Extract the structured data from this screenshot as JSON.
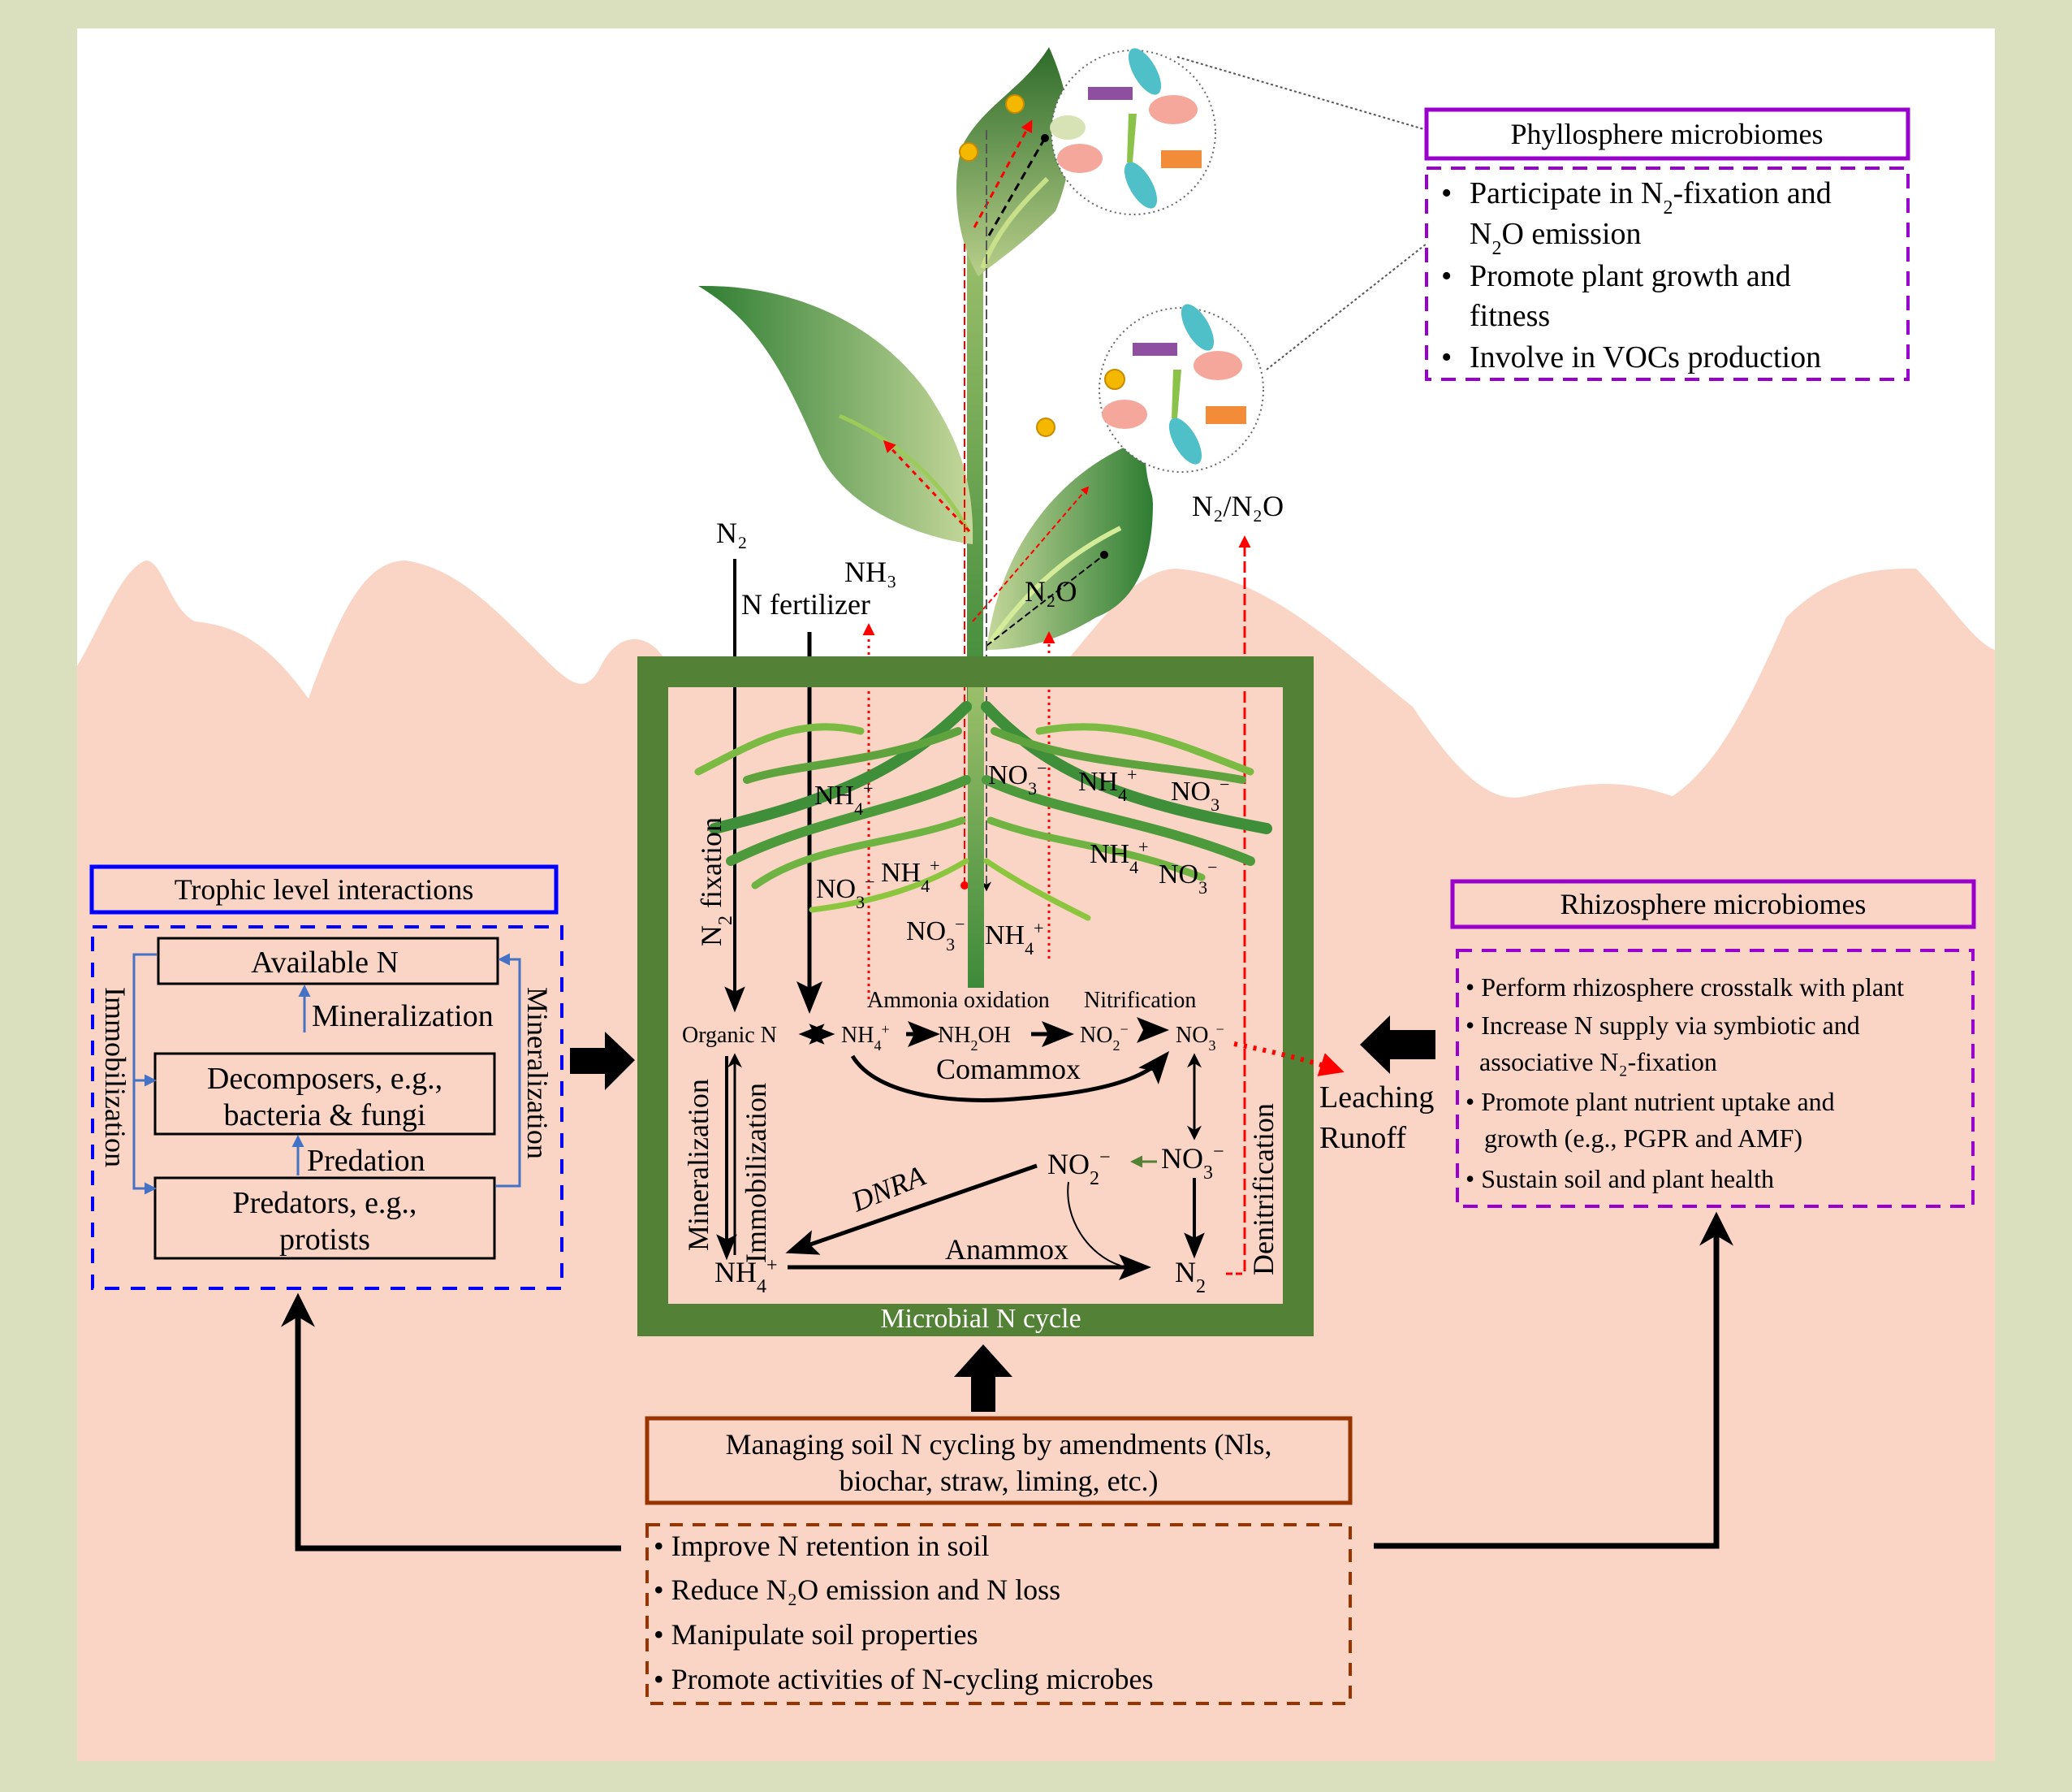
{
  "colors": {
    "frame": "#DADFBD",
    "sky": "#FFFFFF",
    "soil": "#FAD4C4",
    "microbial_box": "#538135",
    "phyllosphere_accent": "#9900CC",
    "trophic_accent": "#0000FF",
    "trophic_arrows": "#4472C4",
    "amendments_accent": "#993300",
    "loss_arrows": "#FF0000"
  },
  "phyllosphere": {
    "title": "Phyllosphere microbiomes",
    "items": [
      {
        "parts": [
          "Participate in N",
          "2",
          "-fixation and"
        ]
      },
      {
        "parts": [
          "N",
          "2",
          "O emission"
        ],
        "continuation": true
      },
      {
        "parts": [
          "Promote plant growth and"
        ]
      },
      {
        "parts": [
          "fitness"
        ],
        "continuation": true
      },
      {
        "parts": [
          "Involve in VOCs production"
        ]
      }
    ]
  },
  "trophic": {
    "title": "Trophic level interactions",
    "boxes": [
      "Available N",
      "Decomposers, e.g.,",
      "bacteria & fungi",
      "Predators, e.g.,",
      "protists"
    ],
    "labels": {
      "mineralization_center": "Mineralization",
      "predation": "Predation",
      "immobilization_side": "Immobilization",
      "mineralization_side": "Mineralization"
    }
  },
  "rhizosphere": {
    "title": "Rhizosphere microbiomes",
    "items": [
      "Perform rhizosphere crosstalk with plant",
      "Increase N supply via symbiotic and",
      "associative N₂-fixation",
      "Promote plant nutrient uptake and",
      "growth (e.g., PGPR and AMF)",
      "Sustain soil and plant health"
    ]
  },
  "amendments": {
    "title_line1": "Managing soil N cycling by amendments (Nls,",
    "title_line2": "biochar, straw, liming, etc.)",
    "items": [
      "Improve N retention in soil",
      "Reduce N₂O emission and N loss",
      "Manipulate soil properties",
      "Promote activities of N-cycling microbes"
    ]
  },
  "inputs_outputs": {
    "n2": "N₂",
    "nh3": "NH₃",
    "n_fertilizer": "N fertilizer",
    "n2o": "N₂O",
    "n2_n2o": "N₂/N₂O",
    "leaching": "Leaching",
    "runoff": "Runoff"
  },
  "root_labels": {
    "nh4": "NH₄⁺",
    "no3": "NO₃⁻"
  },
  "cycle": {
    "box_label": "Microbial N cycle",
    "n2_fixation": "N₂ fixation",
    "organic_n": "Organic N",
    "nh4": "NH₄⁺",
    "nh2oh": "NH₂OH",
    "no2": "NO₂⁻",
    "no3": "NO₃⁻",
    "n2": "N₂",
    "ammonia_oxidation": "Ammonia oxidation",
    "nitrification": "Nitrification",
    "comammox": "Comammox",
    "dnra": "DNRA",
    "anammox": "Anammox",
    "mineralization": "Mineralization",
    "immobilization": "Immobilization",
    "denitrification": "Denitrification"
  }
}
